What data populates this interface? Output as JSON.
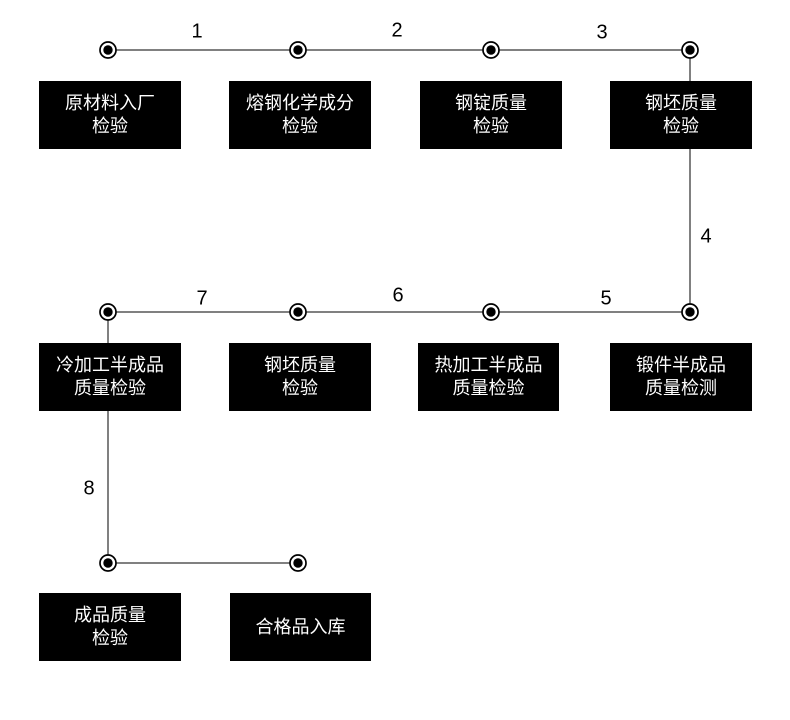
{
  "diagram": {
    "type": "flowchart",
    "description": "钢材产品质量检验流程图 (steel product quality inspection process flow)",
    "colors": {
      "background": "#ffffff",
      "box_background": "#000000",
      "box_text": "#ffffff",
      "line": "#000000",
      "segment_label_text": "#000000"
    },
    "segment_labels": [
      "1",
      "2",
      "3",
      "4",
      "5",
      "6",
      "7",
      "8"
    ],
    "boxes": [
      {
        "id": "raw-material-entry-inspection",
        "label": "原材料入厂\n检验"
      },
      {
        "id": "molten-steel-chemical-composition-inspection",
        "label": "熔钢化学成分\n检验"
      },
      {
        "id": "steel-ingot-quality-inspection",
        "label": "钢锭质量\n检验"
      },
      {
        "id": "steel-billet-quality-inspection",
        "label": "钢坯质量\n检验"
      },
      {
        "id": "cold-worked-semifinished-quality-inspection",
        "label": "冷加工半成品\n质量检验"
      },
      {
        "id": "steel-billet-quality-inspection-2",
        "label": "钢坯质量\n检验"
      },
      {
        "id": "hot-worked-semifinished-quality-inspection",
        "label": "热加工半成品\n质量检验"
      },
      {
        "id": "forging-semifinished-quality-testing",
        "label": "锻件半成品\n质量检测"
      },
      {
        "id": "finished-product-quality-inspection",
        "label": "成品质量\n检验"
      },
      {
        "id": "qualified-product-warehousing",
        "label": "合格品入库"
      }
    ],
    "edges": [
      {
        "label": "1",
        "from": "raw-material-entry-inspection",
        "to": "molten-steel-chemical-composition-inspection"
      },
      {
        "label": "2",
        "from": "molten-steel-chemical-composition-inspection",
        "to": "steel-ingot-quality-inspection"
      },
      {
        "label": "3",
        "from": "steel-ingot-quality-inspection",
        "to": "steel-billet-quality-inspection"
      },
      {
        "label": "4",
        "from": "steel-billet-quality-inspection",
        "to": "forging-semifinished-quality-testing"
      },
      {
        "label": "5",
        "from": "forging-semifinished-quality-testing",
        "to": "hot-worked-semifinished-quality-inspection"
      },
      {
        "label": "6",
        "from": "hot-worked-semifinished-quality-inspection",
        "to": "steel-billet-quality-inspection-2"
      },
      {
        "label": "7",
        "from": "steel-billet-quality-inspection-2",
        "to": "cold-worked-semifinished-quality-inspection"
      },
      {
        "label": "8",
        "from": "cold-worked-semifinished-quality-inspection",
        "to": "finished-product-quality-inspection"
      }
    ]
  }
}
